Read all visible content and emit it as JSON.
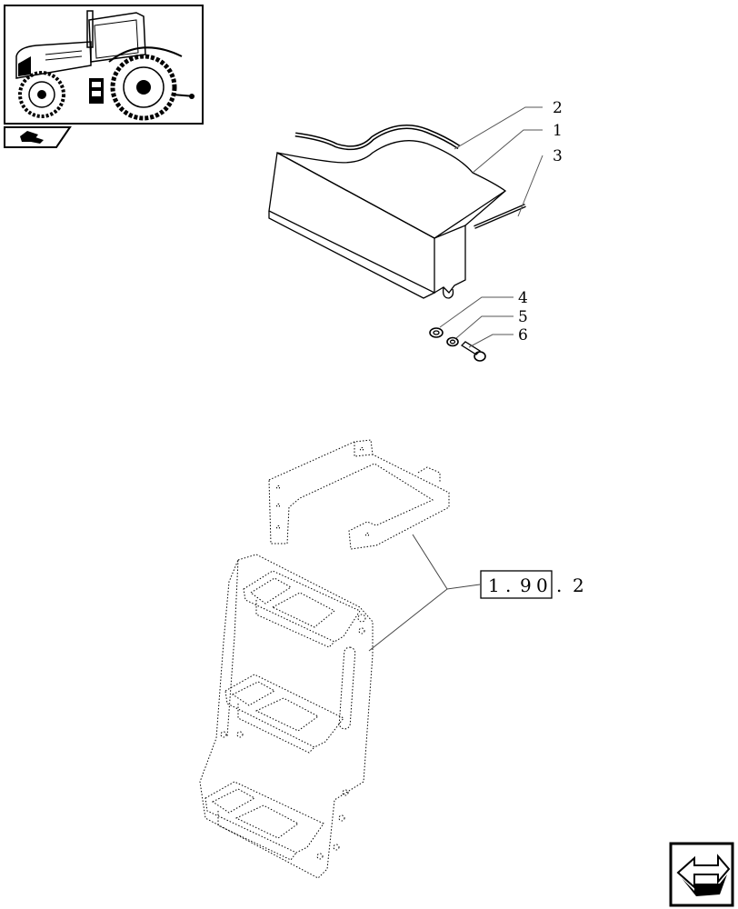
{
  "callouts": [
    {
      "id": "2",
      "label": "2"
    },
    {
      "id": "1",
      "label": "1"
    },
    {
      "id": "3",
      "label": "3"
    },
    {
      "id": "4",
      "label": "4"
    },
    {
      "id": "5",
      "label": "5"
    },
    {
      "id": "6",
      "label": "6"
    }
  ],
  "reference": {
    "boxed_part": "1.90",
    "boxed_chars": [
      "1",
      ".",
      "9",
      "0"
    ],
    "suffix_chars": [
      ".",
      "2"
    ]
  },
  "icons": {
    "thumbnail": "tractor-thumbnail-icon",
    "section": "book-section-icon",
    "nav": "next-page-arrow-icon"
  }
}
